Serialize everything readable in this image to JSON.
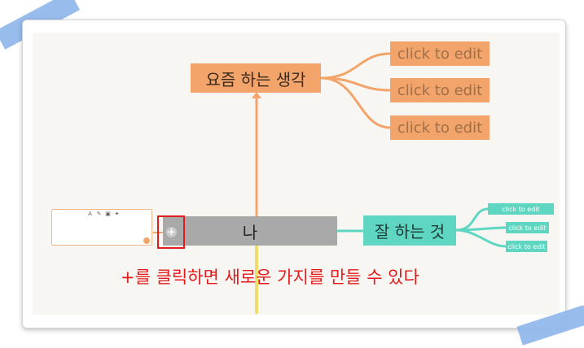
{
  "mindmap": {
    "center": "나",
    "branches": [
      {
        "label": "요즘 하는 생각",
        "color": "#f2a46b",
        "children": [
          "click to edit",
          "click to edit",
          "click to edit"
        ]
      },
      {
        "label": "잘 하는 것",
        "color": "#5fd6c2",
        "children": [
          "click to edit",
          "click to edit",
          "click to edit"
        ]
      }
    ]
  },
  "editor": {
    "tools": [
      "A",
      "✎",
      "▣",
      "✦"
    ]
  },
  "add_button": {
    "symbol": "+"
  },
  "caption": "+를 클릭하면 새로운 가지를 만들 수 있다",
  "colors": {
    "highlight": "#e01c1c",
    "vertical_branch": "#eede6a",
    "tape": "#8fb6ea"
  }
}
